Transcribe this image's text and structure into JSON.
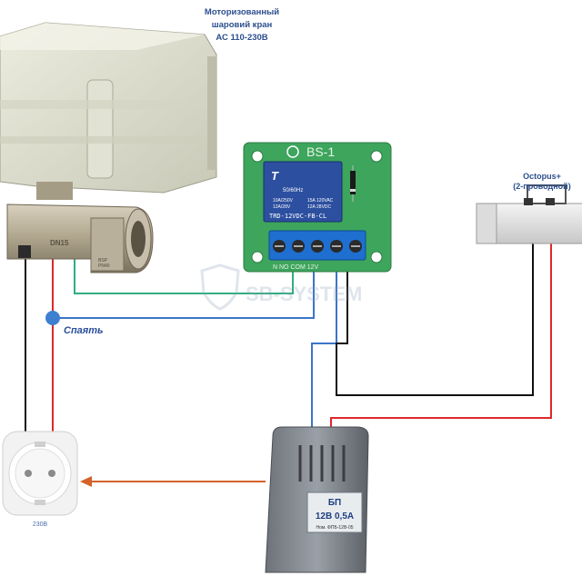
{
  "valve": {
    "title_lines": [
      "Моторизованный",
      "шаровий кран",
      "АС 110-230В"
    ],
    "body_marks": [
      "DN15"
    ],
    "fitting_marks": [
      "BSP",
      "PN40"
    ]
  },
  "relay_board": {
    "label": "BS-1",
    "relay_logo": "T",
    "relay_freq": "50/60Hz",
    "relay_spec_left": [
      "10A/250V",
      "12A/28V"
    ],
    "relay_spec_right": [
      "15A 120VAC",
      "12A 28VDC"
    ],
    "relay_model": "TRD-12VDC-FB-CL",
    "terminal_labels": "N NO COM 12V"
  },
  "sensor": {
    "label_lines": [
      "Octopus+",
      "(2-проводной)"
    ]
  },
  "annotation": {
    "solder": "Спаять"
  },
  "watermark": {
    "text": "SB-SYSTEM"
  },
  "socket": {
    "label": "230В"
  },
  "power_supply": {
    "name": "БП",
    "rating": "12В 0,5А",
    "model": "Ном. ФПБ-12В-05"
  },
  "colors": {
    "green_wire": "#2fae80",
    "blue_wire": "#3b74c8",
    "red_wire": "#e0272a",
    "black_wire": "#111111",
    "orange_arrow": "#d4622a",
    "pcb_green": "#3da55c",
    "relay_blue": "#2d4fa0",
    "terminal_blue": "#1f6fd0",
    "solder_dot": "#3f7fd0"
  }
}
